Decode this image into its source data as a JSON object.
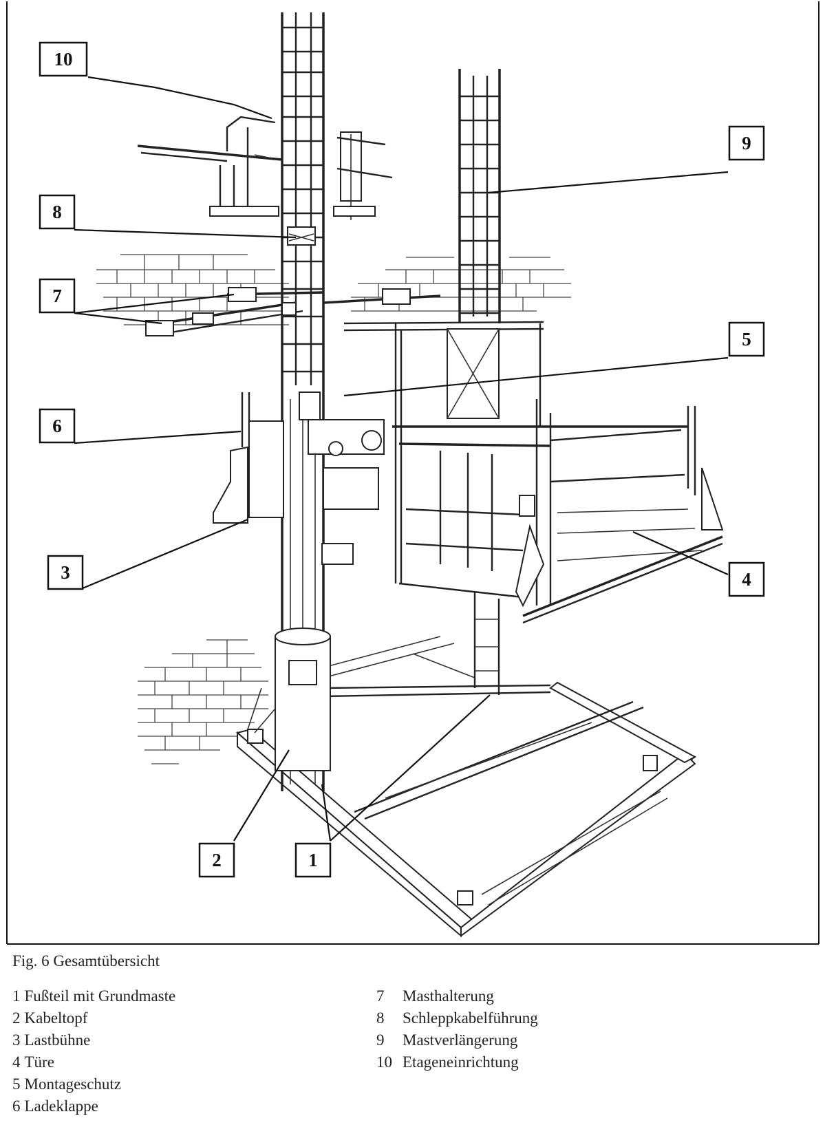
{
  "callouts": [
    {
      "id": "10",
      "label": "10"
    },
    {
      "id": "8",
      "label": "8"
    },
    {
      "id": "7",
      "label": "7"
    },
    {
      "id": "6",
      "label": "6"
    },
    {
      "id": "3",
      "label": "3"
    },
    {
      "id": "9",
      "label": "9"
    },
    {
      "id": "5",
      "label": "5"
    },
    {
      "id": "4",
      "label": "4"
    },
    {
      "id": "2",
      "label": "2"
    },
    {
      "id": "1",
      "label": "1"
    }
  ],
  "caption": "Fig. 6 Gesamtübersicht",
  "legend_left": [
    {
      "num": "1",
      "text": "Fußteil mit Grundmaste"
    },
    {
      "num": "2",
      "text": "Kabeltopf"
    },
    {
      "num": "3",
      "text": "Lastbühne"
    },
    {
      "num": "4",
      "text": "Türe"
    },
    {
      "num": "5",
      "text": "Montageschutz"
    },
    {
      "num": "6",
      "text": "Ladeklappe"
    }
  ],
  "legend_right": [
    {
      "num": "7",
      "text": "Masthalterung"
    },
    {
      "num": "8",
      "text": "Schleppkabelführung"
    },
    {
      "num": "9",
      "text": "Mastverlängerung"
    },
    {
      "num": "10",
      "text": "Etageneinrichtung"
    }
  ]
}
